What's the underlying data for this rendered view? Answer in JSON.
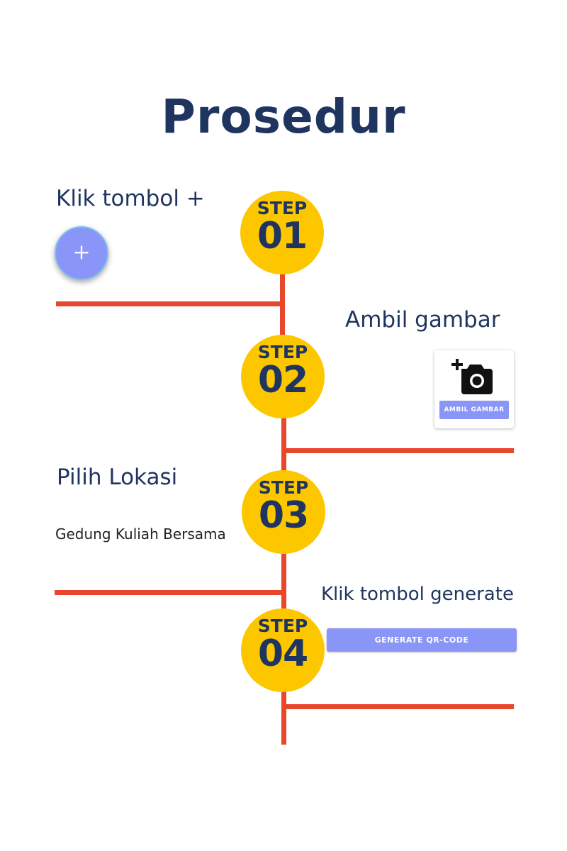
{
  "title": "Prosedur",
  "steps": [
    {
      "label": "STEP",
      "number": "01",
      "heading": "Klik tombol +"
    },
    {
      "label": "STEP",
      "number": "02",
      "heading": "Ambil gambar"
    },
    {
      "label": "STEP",
      "number": "03",
      "heading": "Pilih Lokasi"
    },
    {
      "label": "STEP",
      "number": "04",
      "heading": "Klik tombol generate"
    }
  ],
  "fab": {
    "icon": "plus-icon"
  },
  "camera_card": {
    "icon": "add-a-photo-icon",
    "button_label": "AMBIL GAMBAR"
  },
  "location_value": "Gedung Kuliah Bersama",
  "generate_button_label": "GENERATE QR-CODE",
  "colors": {
    "title": "#1f3560",
    "step_circle": "#fdc700",
    "timeline": "#e8472b",
    "button": "#8a96f7"
  }
}
